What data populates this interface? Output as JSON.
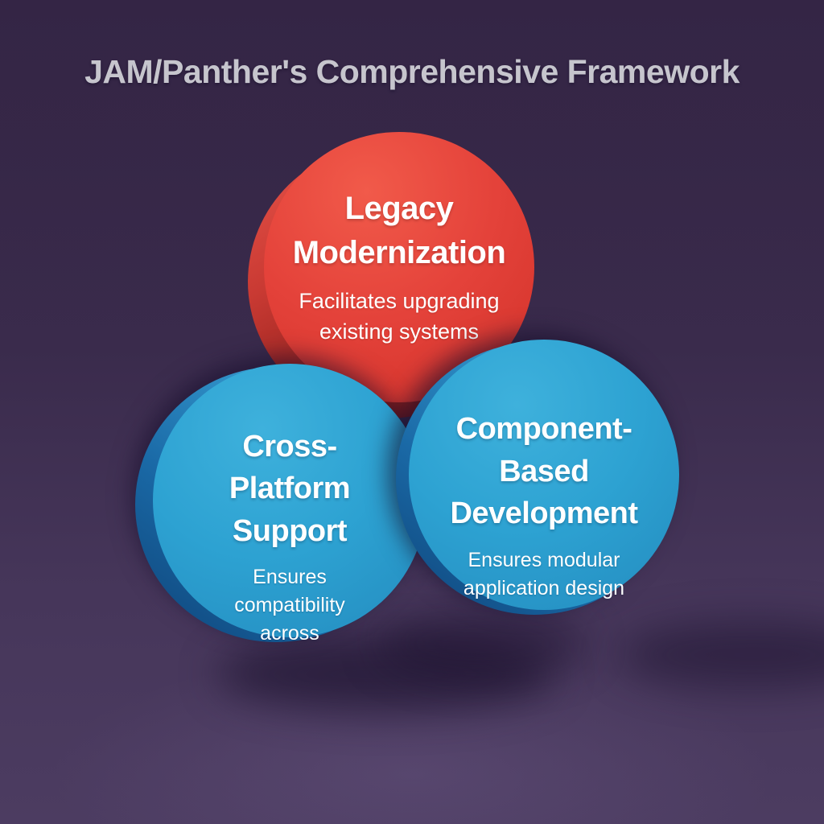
{
  "title": "JAM/Panther's Comprehensive Framework",
  "colors": {
    "background_top": "#362748",
    "background_bottom": "#4c3c61",
    "title_text": "#c6c5cd",
    "node_text": "#ffffff",
    "red_node": "#e4423a",
    "red_node_rim": "#8e1f1e",
    "blue_node": "#2da2d2",
    "blue_node_rim": "#114d84"
  },
  "nodes": [
    {
      "id": "legacy-modernization",
      "heading": "Legacy Modernization",
      "description": "Facilitates upgrading existing systems",
      "color": "#e4423a",
      "position": "top-center"
    },
    {
      "id": "cross-platform-support",
      "heading": "Cross-Platform Support",
      "description": "Ensures compatibility across",
      "color": "#2da2d2",
      "position": "bottom-left"
    },
    {
      "id": "component-based-development",
      "heading": "Component-Based Development",
      "description": "Ensures modular application design",
      "color": "#2da2d2",
      "position": "bottom-right"
    }
  ]
}
